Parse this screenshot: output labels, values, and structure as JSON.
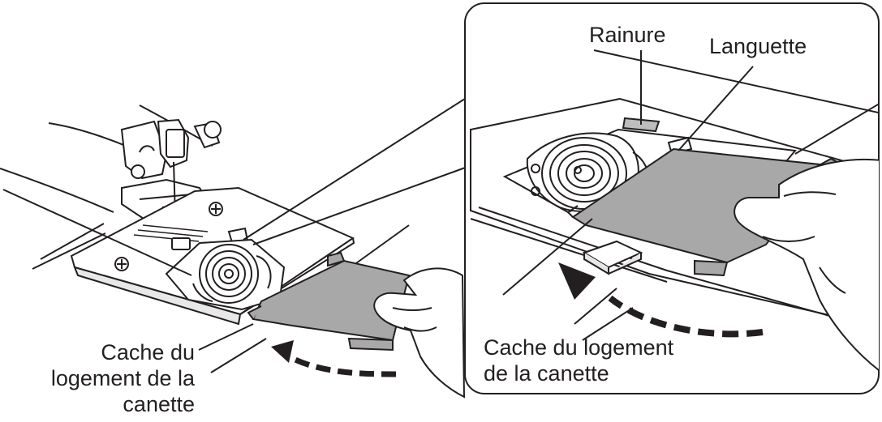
{
  "labels": {
    "rainure": "Rainure",
    "languette": "Languette",
    "left_cover": [
      "Cache du",
      "logement de la",
      "canette"
    ],
    "right_cover": [
      "Cache du logement",
      "de la canette"
    ]
  }
}
